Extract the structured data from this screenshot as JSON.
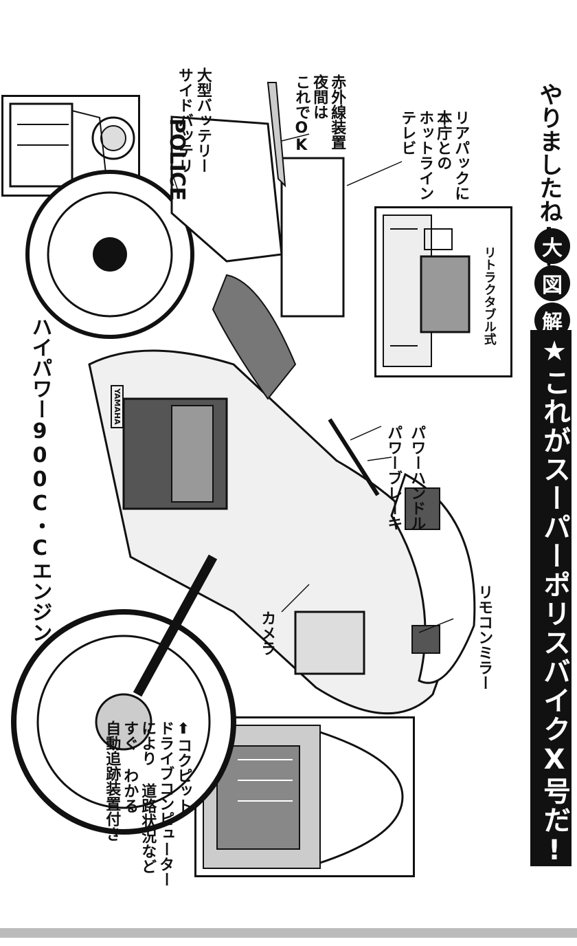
{
  "header": {
    "lead": "やりましたね!!➡",
    "badges": [
      "大",
      "図",
      "解"
    ],
    "title": "★これがスーパーポリスバイクX号だ!!"
  },
  "labels": {
    "sign_police": "POLICE",
    "brand_plate": "YAMAHA",
    "big_battery": "大型バッテリー",
    "big_battery_sub": "サイドバッテリ",
    "infrared_1": "赤外線装置",
    "infrared_2": "夜間は",
    "infrared_3": "これでOK",
    "rearpack_1": "リアパックに",
    "rearpack_2": "本庁との",
    "rearpack_3": "ホットライン",
    "rearpack_4": "テレビ",
    "retractable": "リトラクタブル式",
    "power_brake": "パワーブレーキ",
    "power_handle": "パワーハンドル",
    "engine": "ハイパワー900C・Cエンジン",
    "camera": "カメラ",
    "remote_mirror": "リモコンミラー",
    "cockpit_1": "⬆コクピット",
    "cockpit_2": "ドライブコンピューター",
    "cockpit_3": "により 道路状況など",
    "cockpit_4": "すぐ わかる",
    "cockpit_5": "自動追跡装置付き"
  },
  "colors": {
    "ink": "#111111",
    "paper": "#ffffff",
    "band": "#111111"
  }
}
